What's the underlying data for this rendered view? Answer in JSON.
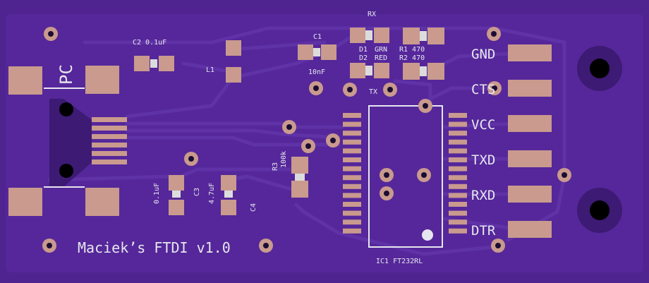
{
  "board": {
    "connector_label": "PC",
    "title": "Maciek’s FTDI v1.0"
  },
  "components": {
    "c2": "C2 0.1uF",
    "c1": "C1",
    "c1_value": "10nF",
    "l1": "L1",
    "rx": "RX",
    "tx": "TX",
    "d1": "D1",
    "d2": "D2",
    "grn": "GRN",
    "red": "RED",
    "r1": "R1 470",
    "r2": "R2 470",
    "r3": "R3",
    "r3_value": "100k",
    "c3": "C3",
    "c3_value": "0.1uF",
    "c4": "C4",
    "c4_value": "4.7uF",
    "ic1": "IC1 FT232RL"
  },
  "pins": [
    "GND",
    "CTS",
    "VCC",
    "TXD",
    "RXD",
    "DTR"
  ],
  "colors": {
    "board": "#4f2390",
    "pad": "#c99a8d",
    "silkscreen": "#e6e6ee"
  }
}
